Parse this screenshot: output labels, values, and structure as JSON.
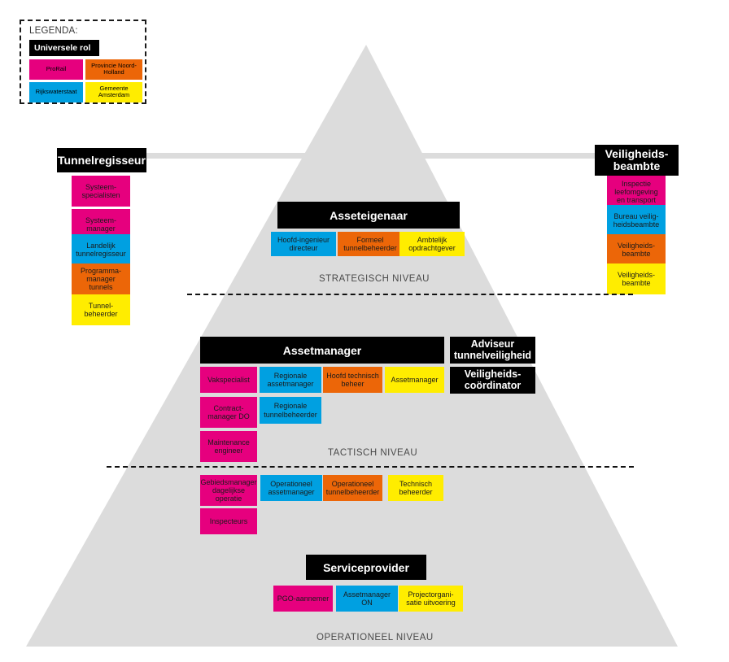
{
  "colors": {
    "prorail": "#e6007e",
    "provincie_noord_holland": "#ec6608",
    "rijkswaterstaat": "#00a0e1",
    "gemeente_amsterdam": "#ffed00",
    "universal": "#000000",
    "pyramid": "#dcdcdc",
    "connector": "#dcdcdc",
    "text_dark": "#1a1a1a",
    "niveau_text": "#4a4a4a"
  },
  "legend": {
    "title": "LEGENDA:",
    "universal_label": "Universele rol",
    "items": [
      {
        "label": "ProRail",
        "color_key": "prorail"
      },
      {
        "label": "Provincie Noord-Holland",
        "color_key": "provincie_noord_holland"
      },
      {
        "label": "Rijkswaterstaat",
        "color_key": "rijkswaterstaat"
      },
      {
        "label": "Gemeente Amsterdam",
        "color_key": "gemeente_amsterdam"
      }
    ]
  },
  "levels": {
    "strategisch": "STRATEGISCH NIVEAU",
    "tactisch": "TACTISCH NIVEAU",
    "operationeel": "OPERATIONEEL NIVEAU"
  },
  "columns": {
    "tunnelregisseur": {
      "header": "Tunnelregisseur",
      "roles": [
        {
          "label": "Systeem-specialisten",
          "color_key": "prorail"
        },
        {
          "label": "Systeem-manager",
          "color_key": "prorail"
        },
        {
          "label": "Landelijk tunnelregisseur",
          "color_key": "rijkswaterstaat"
        },
        {
          "label": "Programma-manager tunnels",
          "color_key": "provincie_noord_holland"
        },
        {
          "label": "Tunnel-beheerder",
          "color_key": "gemeente_amsterdam"
        }
      ]
    },
    "veiligheidsbeambte": {
      "header": "Veiligheids-beambte",
      "roles": [
        {
          "label": "Inspectie leefomgeving en transport",
          "color_key": "prorail"
        },
        {
          "label": "Bureau veilig-heidsbeambte",
          "color_key": "rijkswaterstaat"
        },
        {
          "label": "Veiligheids-beambte",
          "color_key": "provincie_noord_holland"
        },
        {
          "label": "Veiligheids-beambte",
          "color_key": "gemeente_amsterdam"
        }
      ]
    }
  },
  "asseteigenaar": {
    "header": "Asseteigenaar",
    "roles": [
      {
        "label": "Hoofd-ingenieur directeur",
        "color_key": "rijkswaterstaat"
      },
      {
        "label": "Formeel tunnelbeheerder",
        "color_key": "provincie_noord_holland"
      },
      {
        "label": "Ambtelijk opdrachtgever",
        "color_key": "gemeente_amsterdam"
      }
    ]
  },
  "assetmanager": {
    "header": "Assetmanager",
    "row1": [
      {
        "label": "Vakspecialist",
        "color_key": "prorail"
      },
      {
        "label": "Regionale assetmanager",
        "color_key": "rijkswaterstaat"
      },
      {
        "label": "Hoofd technisch beheer",
        "color_key": "provincie_noord_holland"
      },
      {
        "label": "Assetmanager",
        "color_key": "gemeente_amsterdam"
      }
    ],
    "row2": [
      {
        "label": "Contract-manager DO",
        "color_key": "prorail"
      },
      {
        "label": "Regionale tunnelbeheerder",
        "color_key": "rijkswaterstaat"
      }
    ],
    "row3": [
      {
        "label": "Maintenance engineer",
        "color_key": "prorail"
      }
    ]
  },
  "adviseur": {
    "header1": "Adviseur tunnelveiligheid",
    "header2": "Veiligheids-coördinator"
  },
  "operationeel": {
    "row1": [
      {
        "label": "Gebiedsmanager dagelijkse operatie",
        "color_key": "prorail"
      },
      {
        "label": "Operationeel assetmanager",
        "color_key": "rijkswaterstaat"
      },
      {
        "label": "Operationeel tunnelbeheerder",
        "color_key": "provincie_noord_holland"
      },
      {
        "label": "Technisch beheerder",
        "color_key": "gemeente_amsterdam"
      }
    ],
    "row2": [
      {
        "label": "Inspecteurs",
        "color_key": "prorail"
      }
    ]
  },
  "serviceprovider": {
    "header": "Serviceprovider",
    "roles": [
      {
        "label": "PGO-aannemer",
        "color_key": "prorail"
      },
      {
        "label": "Assetmanager ON",
        "color_key": "rijkswaterstaat"
      },
      {
        "label": "Projectorgani-satie uitvoering",
        "color_key": "gemeente_amsterdam"
      }
    ]
  }
}
